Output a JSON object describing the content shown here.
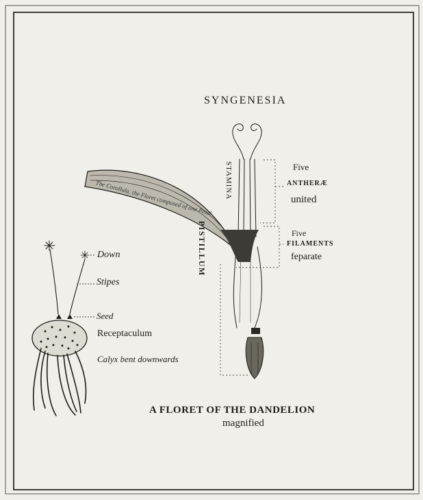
{
  "plate": {
    "title": "SYNGENESIA",
    "caption_line1": "A FLORET OF THE DANDELION",
    "caption_line2": "magnified"
  },
  "floret_labels": {
    "stamina": "STAMINA",
    "pistillum": "PISTILLUM",
    "antherae_count": "Five",
    "antherae": "ANTHERÆ",
    "antherae_state": "united",
    "filaments_count": "Five",
    "filaments": "FILAMENTS",
    "filaments_state": "feparate",
    "corolla_text": "The Corollula. the Floret composed of one Petal"
  },
  "seed_labels": {
    "down": "Down",
    "stipes": "Stipes",
    "seed": "Seed",
    "receptaculum": "Receptaculum",
    "calyx": "Calyx bent downwards"
  },
  "colors": {
    "paper": "#f1efe9",
    "ink": "#1e1c19"
  }
}
